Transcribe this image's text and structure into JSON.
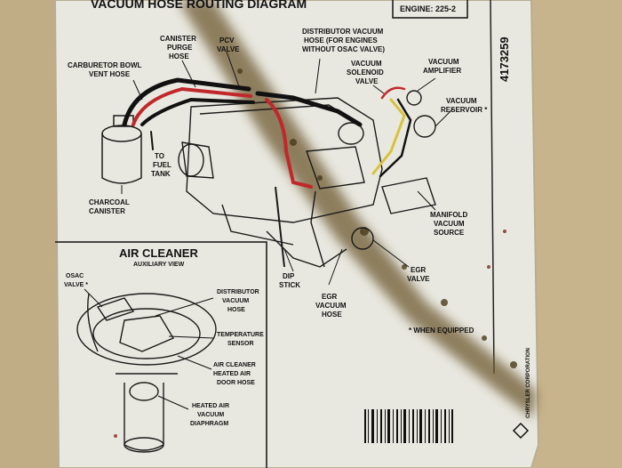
{
  "placard": {
    "title": "VACUUM HOSE ROUTING DIAGRAM",
    "engine": "ENGINE: 225-2",
    "part_number": "4173259",
    "footnote": "* WHEN EQUIPPED",
    "maker": "CHRYSLER CORPORATION"
  },
  "labels": {
    "canister_purge": [
      "CANISTER",
      "PURGE",
      "HOSE"
    ],
    "pcv": [
      "PCV",
      "VALVE"
    ],
    "dist_vac_hose": [
      "DISTRIBUTOR VACUUM",
      "HOSE (FOR ENGINES",
      "WITHOUT OSAC VALVE)"
    ],
    "carb_bowl": [
      "CARBURETOR BOWL",
      "VENT HOSE"
    ],
    "vac_solenoid": [
      "VACUUM",
      "SOLENOID",
      "VALVE"
    ],
    "vac_amplifier": [
      "VACUUM",
      "AMPLIFIER"
    ],
    "vac_reservoir": [
      "VACUUM",
      "RESERVOIR *"
    ],
    "to_fuel_tank": [
      "TO",
      "FUEL",
      "TANK"
    ],
    "charcoal_canister": [
      "CHARCOAL",
      "CANISTER"
    ],
    "manifold_vac": [
      "MANIFOLD",
      "VACUUM",
      "SOURCE"
    ],
    "dip_stick": [
      "DIP",
      "STICK"
    ],
    "egr_vac_hose": [
      "EGR",
      "VACUUM",
      "HOSE"
    ],
    "egr_valve": [
      "EGR",
      "VALVE"
    ]
  },
  "inset": {
    "title": "AIR CLEANER",
    "subtitle": "AUXILIARY VIEW",
    "osac": [
      "OSAC",
      "VALVE *"
    ],
    "dist_vac": [
      "DISTRIBUTOR",
      "VACUUM",
      "HOSE"
    ],
    "temp_sensor": [
      "TEMPERATURE",
      "SENSOR"
    ],
    "air_door": [
      "AIR CLEANER",
      "HEATED AIR",
      "DOOR HOSE"
    ],
    "diaphragm": [
      "HEATED AIR",
      "VACUUM",
      "DIAPHRAGM"
    ]
  },
  "colors": {
    "background": "#c9b58f",
    "placard": "#eeede6",
    "ink": "#111111",
    "red_hose": "#c0282b",
    "yellow_hose": "#d8c23a",
    "stain": "#5e4a26"
  }
}
